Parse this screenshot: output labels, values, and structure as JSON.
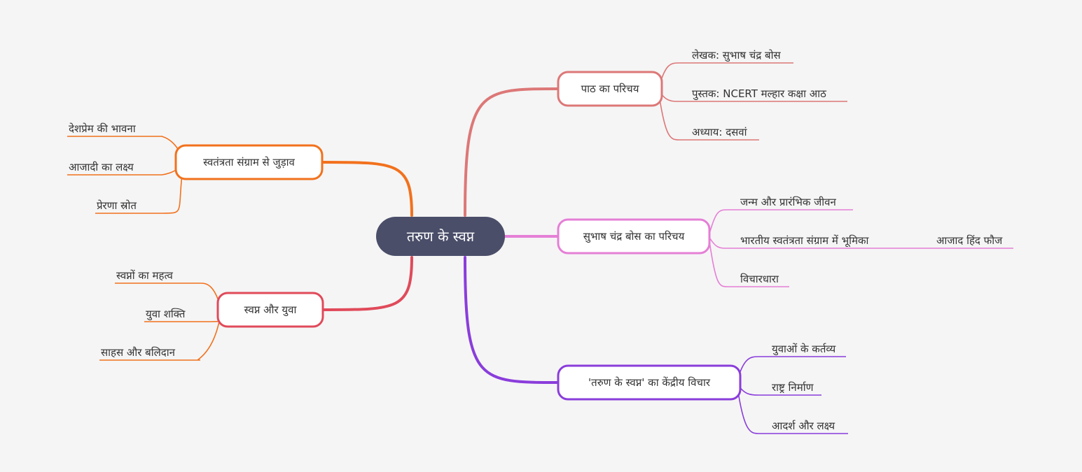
{
  "root": {
    "label": "तरुण के स्वप्न",
    "color": "#4a4e69"
  },
  "branches": [
    {
      "id": "intro",
      "label": "पाठ का परिचय",
      "color": "#dd7777",
      "children": [
        {
          "label": "लेखक: सुभाष चंद्र बोस"
        },
        {
          "label": "पुस्तक: NCERT मल्हार कक्षा आठ"
        },
        {
          "label": "अध्याय: दसवां"
        }
      ]
    },
    {
      "id": "bose",
      "label": "सुभाष चंद्र बोस का परिचय",
      "color": "#e57fd6",
      "children": [
        {
          "label": "जन्म और प्रारंभिक जीवन"
        },
        {
          "label": "भारतीय स्वतंत्रता संग्राम में भूमिका",
          "sub": "आजाद हिंद फौज"
        },
        {
          "label": "विचारधारा"
        }
      ]
    },
    {
      "id": "central",
      "label": "'तरुण के स्वप्न' का केंद्रीय विचार",
      "color": "#8a3ddb",
      "children": [
        {
          "label": "युवाओं के कर्तव्य"
        },
        {
          "label": "राष्ट्र निर्माण"
        },
        {
          "label": "आदर्श और लक्ष्य"
        }
      ]
    },
    {
      "id": "freedom",
      "label": "स्वतंत्रता संग्राम से जुड़ाव",
      "color": "#f2711c",
      "children": [
        {
          "label": "देशप्रेम की भावना"
        },
        {
          "label": "आजादी का लक्ष्य"
        },
        {
          "label": "प्रेरणा स्रोत"
        }
      ]
    },
    {
      "id": "youth",
      "label": "स्वप्न और युवा",
      "color": "#e04a5a",
      "childColor": "#f2711c",
      "children": [
        {
          "label": "स्वप्नों का महत्व"
        },
        {
          "label": "युवा शक्ति"
        },
        {
          "label": "साहस और बलिदान"
        }
      ]
    }
  ]
}
